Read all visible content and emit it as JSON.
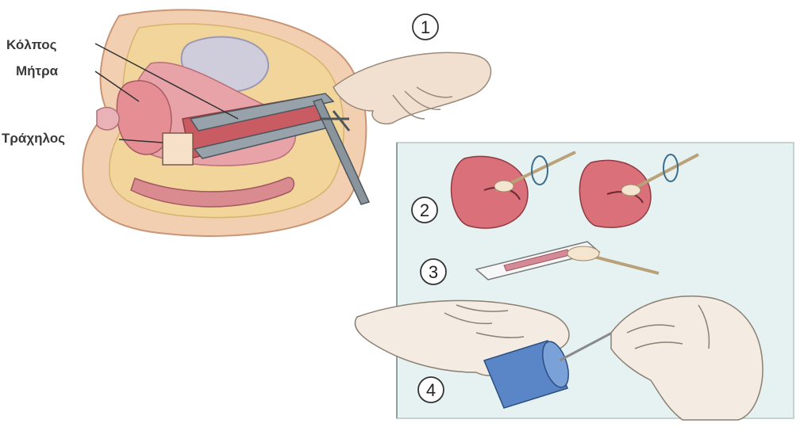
{
  "labels": {
    "vagina": "Κόλπος",
    "uterus": "Μήτρα",
    "cervix": "Τράχηλος"
  },
  "steps": [
    {
      "number": "1"
    },
    {
      "number": "2"
    },
    {
      "number": "3"
    },
    {
      "number": "4"
    }
  ],
  "colors": {
    "skin": "#f2c8a8",
    "tissue_pink": "#e7a3a8",
    "fat_yellow": "#f1d59a",
    "bladder": "#c9c7d6",
    "panel_bg": "#e6f1f1",
    "speculum": "#7c8790",
    "vial": "#5a86c8"
  }
}
